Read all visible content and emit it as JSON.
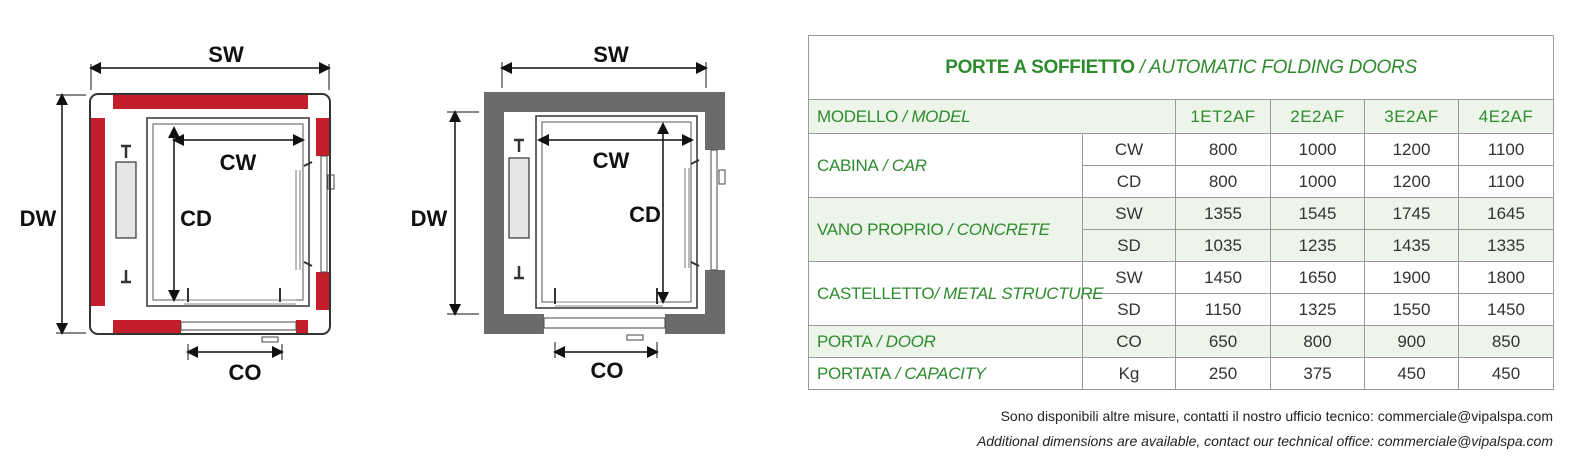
{
  "diagram_left": {
    "labels": {
      "sw": "SW",
      "dw": "DW",
      "cw": "CW",
      "cd": "CD",
      "co": "CO"
    },
    "wall_color": "#c41e2a"
  },
  "diagram_right": {
    "labels": {
      "sw": "SW",
      "dw": "DW",
      "cw": "CW",
      "cd": "CD",
      "co": "CO"
    },
    "wall_color": "#6b6b6b"
  },
  "table": {
    "title_bold": "PORTE A SOFFIETTO",
    "title_italic": " / AUTOMATIC FOLDING DOORS",
    "header": {
      "label": "MODELLO",
      "label_en": " / MODEL",
      "models": [
        "1ET2AF",
        "2E2AF",
        "3E2AF",
        "4E2AF"
      ]
    },
    "rows": [
      {
        "group": "CABINA",
        "group_en": " / CAR",
        "sub": "CW",
        "values": [
          "800",
          "1000",
          "1200",
          "1100"
        ]
      },
      {
        "sub": "CD",
        "values": [
          "800",
          "1000",
          "1200",
          "1100"
        ]
      },
      {
        "group": "VANO PROPRIO",
        "group_en": " / CONCRETE",
        "sub": "SW",
        "values": [
          "1355",
          "1545",
          "1745",
          "1645"
        ]
      },
      {
        "sub": "SD",
        "values": [
          "1035",
          "1235",
          "1435",
          "1335"
        ]
      },
      {
        "group": "CASTELLETTO",
        "group_en": "/ METAL STRUCTURE",
        "sub": "SW",
        "values": [
          "1450",
          "1650",
          "1900",
          "1800"
        ]
      },
      {
        "sub": "SD",
        "values": [
          "1150",
          "1325",
          "1550",
          "1450"
        ]
      },
      {
        "group": "PORTA",
        "group_en": " / DOOR",
        "sub": "CO",
        "values": [
          "650",
          "800",
          "900",
          "850"
        ]
      },
      {
        "group": "PORTATA",
        "group_en": " / CAPACITY",
        "sub": "Kg",
        "values": [
          "250",
          "375",
          "450",
          "450"
        ]
      }
    ],
    "accent_color": "#2e8b2e",
    "shade_color": "#edf5ea"
  },
  "notes": {
    "italian": "Sono disponibili altre misure, contatti il nostro ufficio tecnico: commerciale@vipalspa.com",
    "english": "Additional dimensions are available, contact our technical office: commerciale@vipalspa.com"
  }
}
